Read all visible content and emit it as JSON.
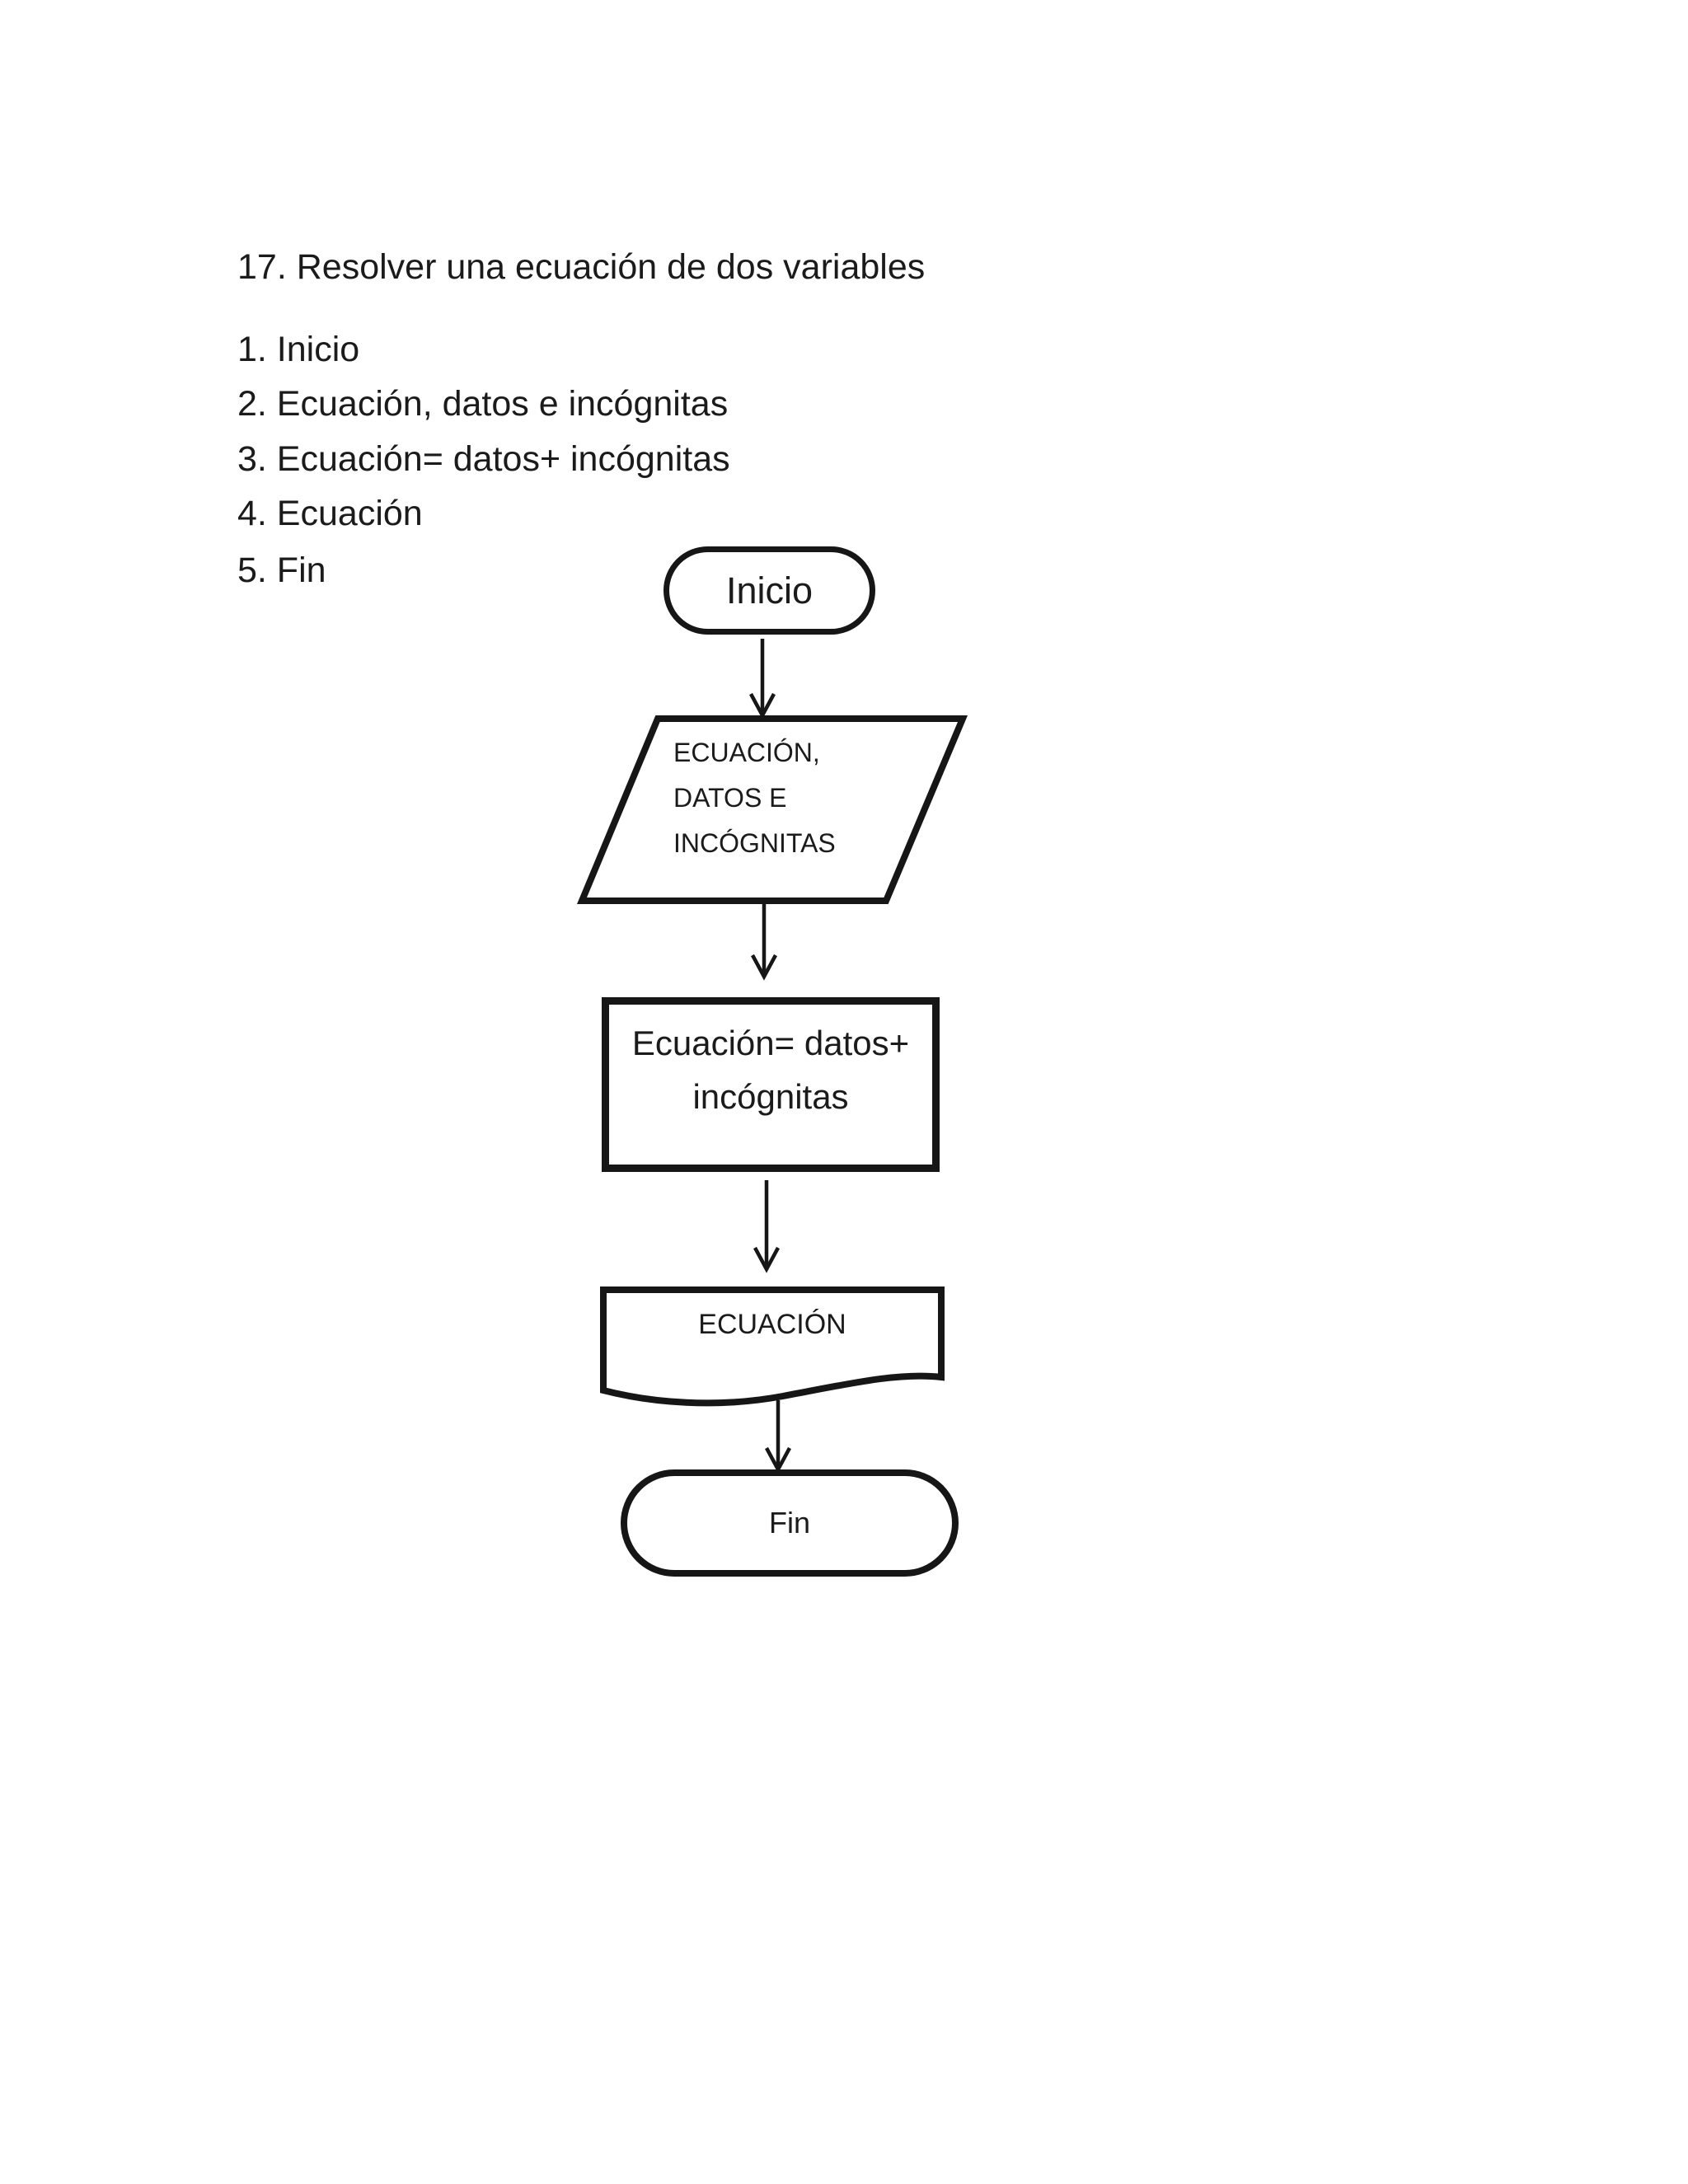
{
  "page": {
    "background": "#ffffff",
    "ink": "#161616"
  },
  "title": "17. Resolver una ecuación de dos variables",
  "steps": [
    "1. Inicio",
    "2. Ecuación, datos e incógnitas",
    "3. Ecuación= datos+ incógnitas",
    "4. Ecuación",
    "5. Fin"
  ],
  "flowchart": {
    "start": {
      "shape": "terminator",
      "label": "Inicio"
    },
    "input": {
      "shape": "parallelogram",
      "label": "ECUACIÓN, DATOS E INCÓGNITAS",
      "lines": [
        "ECUACIÓN,",
        "DATOS E",
        "INCÓGNITAS"
      ]
    },
    "process": {
      "shape": "rectangle",
      "label": "Ecuación= datos+ incógnitas",
      "lines": [
        "Ecuación= datos+",
        "incógnitas"
      ]
    },
    "output": {
      "shape": "document",
      "label": "ECUACIÓN"
    },
    "end": {
      "shape": "terminator",
      "label": "Fin"
    }
  }
}
